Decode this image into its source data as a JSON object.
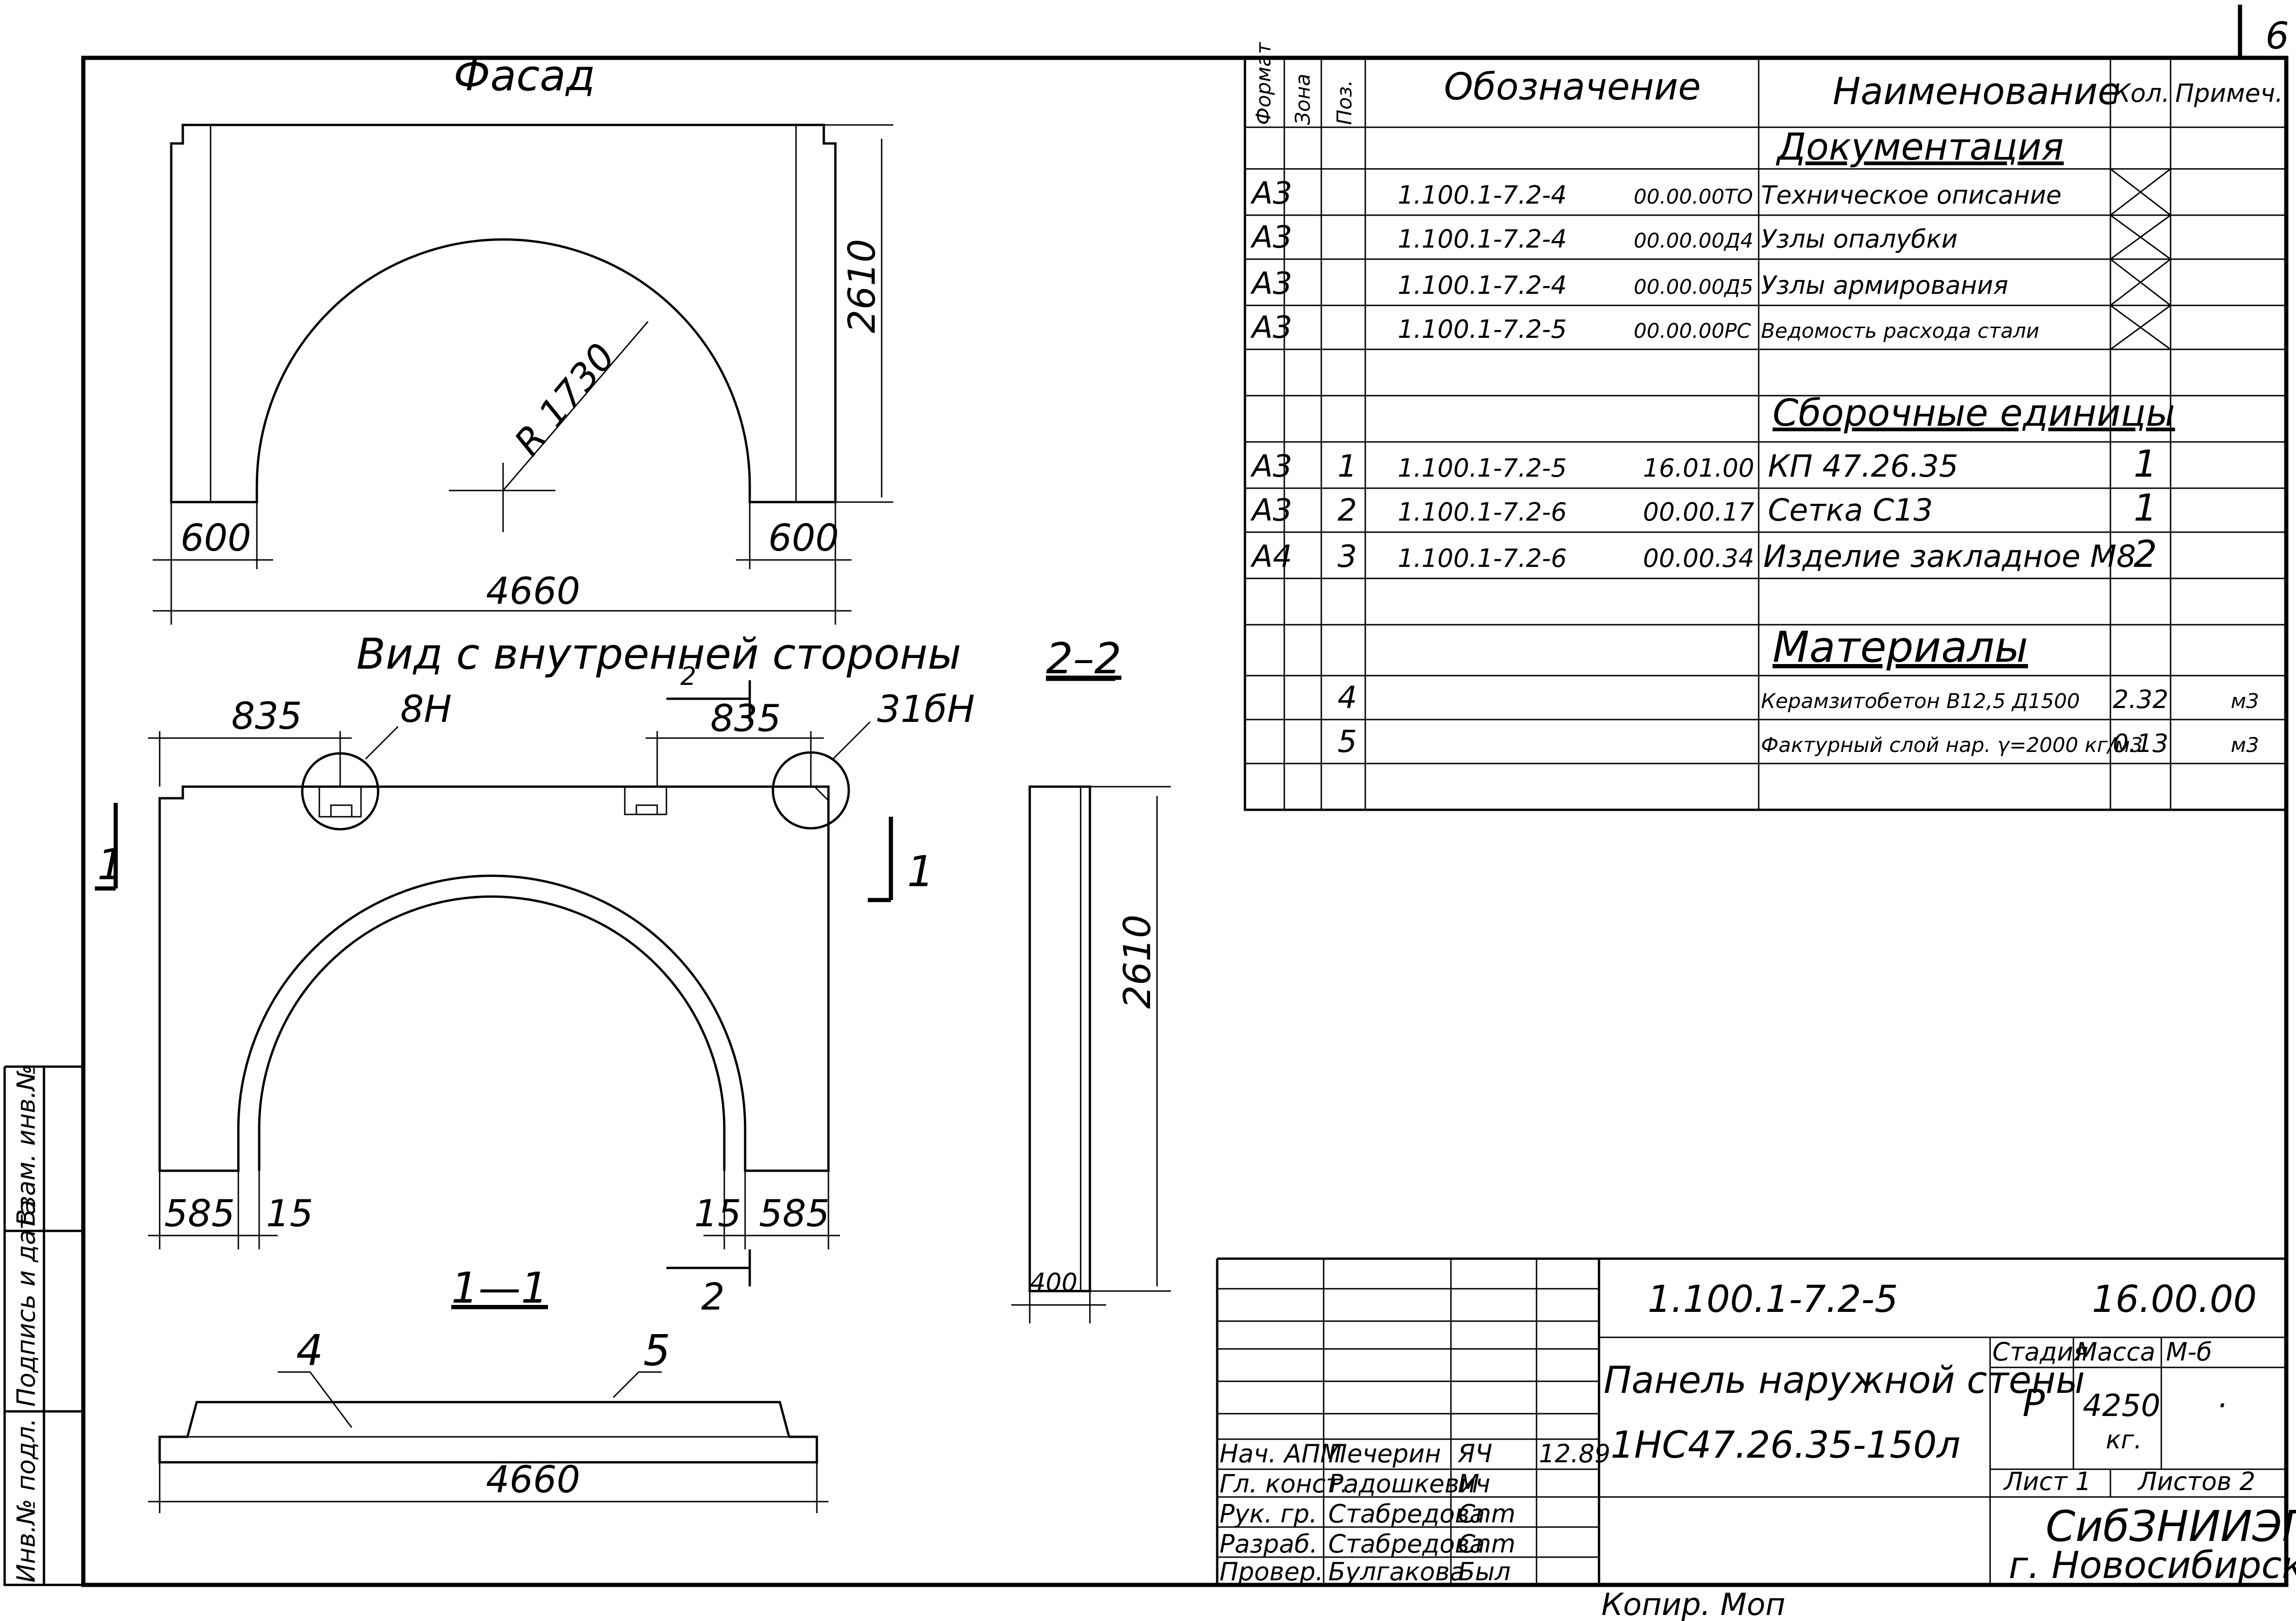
{
  "sheet_number": "6",
  "views": {
    "facade": {
      "title": "Фасад",
      "radius": "R 1730",
      "height": "2610",
      "left_width": "600",
      "right_width": "600",
      "total_width": "4660"
    },
    "inner": {
      "title": "Вид с внутренней стороны",
      "left_dim": "835",
      "right_dim": "835",
      "node_left": "8Н",
      "node_right": "31бН",
      "cut_mark": "2",
      "section_mark_left": "1",
      "section_mark_right": "1",
      "bottom_left": "585",
      "bottom_left_small": "15",
      "bottom_right_small": "15",
      "bottom_right": "585",
      "bottom_cut_mark": "2"
    },
    "section_22": {
      "title": "2–2",
      "height": "2610",
      "thickness": "400"
    },
    "section_11": {
      "title": "1—1",
      "pos_4": "4",
      "pos_5": "5",
      "width": "4660"
    }
  },
  "spec": {
    "headers": {
      "format": "Формат",
      "zone": "Зона",
      "pos": "Поз.",
      "designation": "Обозначение",
      "name": "Наименование",
      "qty": "Кол.",
      "note": "Примеч."
    },
    "sections": {
      "docs": "Документация",
      "assemblies": "Сборочные единицы",
      "materials": "Материалы"
    },
    "docs": [
      {
        "format": "А3",
        "designation": "1.100.1-7.2-4",
        "code": "00.00.00ТО",
        "name": "Техническое описание"
      },
      {
        "format": "А3",
        "designation": "1.100.1-7.2-4",
        "code": "00.00.00Д4",
        "name": "Узлы опалубки"
      },
      {
        "format": "А3",
        "designation": "1.100.1-7.2-4",
        "code": "00.00.00Д5",
        "name": "Узлы армирования"
      },
      {
        "format": "А3",
        "designation": "1.100.1-7.2-5",
        "code": "00.00.00РС",
        "name": "Ведомость расхода стали"
      }
    ],
    "assemblies": [
      {
        "format": "А3",
        "pos": "1",
        "designation": "1.100.1-7.2-5",
        "code": "16.01.00",
        "name": "КП 47.26.35",
        "qty": "1"
      },
      {
        "format": "А3",
        "pos": "2",
        "designation": "1.100.1-7.2-6",
        "code": "00.00.17",
        "name": "Сетка С13",
        "qty": "1"
      },
      {
        "format": "А4",
        "pos": "3",
        "designation": "1.100.1-7.2-6",
        "code": "00.00.34",
        "name": "Изделие закладное М8",
        "qty": "2"
      }
    ],
    "materials": [
      {
        "pos": "4",
        "name": "Керамзитобетон В12,5 Д1500",
        "qty": "2.32",
        "unit": "м3"
      },
      {
        "pos": "5",
        "name": "Фактурный слой нар. γ=2000 кг/м3",
        "qty": "0.13",
        "unit": "м3"
      }
    ]
  },
  "title_block": {
    "code": "1.100.1-7.2-5",
    "part": "16.00.00",
    "name_line1": "Панель наружной стены",
    "name_line2": "1НС47.26.35-150л",
    "stage_label": "Стадия",
    "mass_label": "Масса",
    "scale_label": "М-б",
    "stage": "Р",
    "mass": "4250",
    "mass_unit": "кг.",
    "scale": "·",
    "sheet_label": "Лист 1",
    "sheets_label": "Листов 2",
    "org_line1": "СибЗНИИЭП",
    "org_line2": "г. Новосибирск",
    "date": "12.89",
    "people": [
      {
        "role": "Нач. АПМ",
        "name": "Печерин",
        "sign": "ЯЧ"
      },
      {
        "role": "Гл. конст.",
        "name": "Радошкевич",
        "sign": "М"
      },
      {
        "role": "Рук. гр.",
        "name": "Стабредова",
        "sign": "Сnm"
      },
      {
        "role": "Разраб.",
        "name": "Стабредова",
        "sign": "Сnm"
      },
      {
        "role": "Провер.",
        "name": "Булгакова",
        "sign": "Был"
      }
    ],
    "copied": "Копир. Моп"
  },
  "margin_labels": {
    "inv_podl": "Инв.№ подл.",
    "sign_date": "Подпись и дата",
    "vzam_inv": "Взам. инв.№"
  }
}
